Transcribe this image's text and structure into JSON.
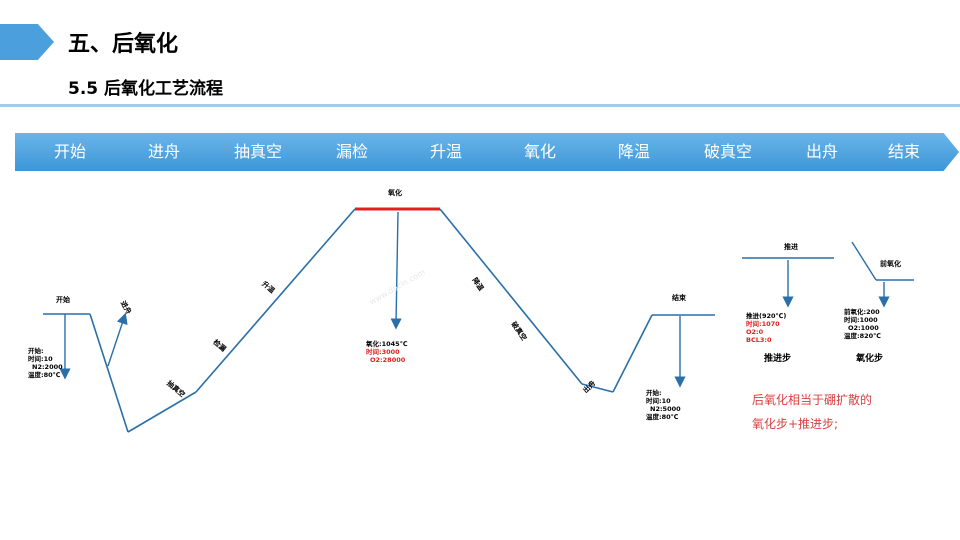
{
  "header": {
    "title": "五、后氧化",
    "subtitle": "5.5 后氧化工艺流程",
    "accent": "#4a9fdc"
  },
  "steps": [
    "开始",
    "进舟",
    "抽真空",
    "漏检",
    "升温",
    "氧化",
    "降温",
    "破真空",
    "出舟",
    "结束"
  ],
  "curve": {
    "points": {
      "start": "开始",
      "load": "进舟",
      "pump": "抽真空",
      "leak": "检漏",
      "heat": "升温",
      "oxidation": "氧化",
      "cool": "降温",
      "vent": "破真空",
      "unload": "出舟",
      "end": "结束"
    },
    "start_params": [
      "开始:",
      "时间:10",
      "N2:2000",
      "温度:80℃"
    ],
    "oxidation_params": [
      "氧化:1045℃",
      "时间:3000",
      "O2:28000"
    ],
    "end_params": [
      "开始:",
      "时间:10",
      "N2:5000",
      "温度:80℃"
    ],
    "watermark": "www.docin.com"
  },
  "side": {
    "push_label": "推进",
    "push_params": [
      "推进(920℃)",
      "时间:1070",
      "O2:0",
      "BCL3:0"
    ],
    "push_step": "推进步",
    "preox_label": "前氧化",
    "preox_params": [
      "前氧化:200",
      "时间:1000",
      "O2:1000",
      "温度:820℃"
    ],
    "ox_step": "氧化步"
  },
  "note": [
    "后氧化相当于硼扩散的",
    "氧化步+推进步;"
  ],
  "colors": {
    "line": "#2a6fa8",
    "hold": "#e02020",
    "note": "#d84040"
  }
}
